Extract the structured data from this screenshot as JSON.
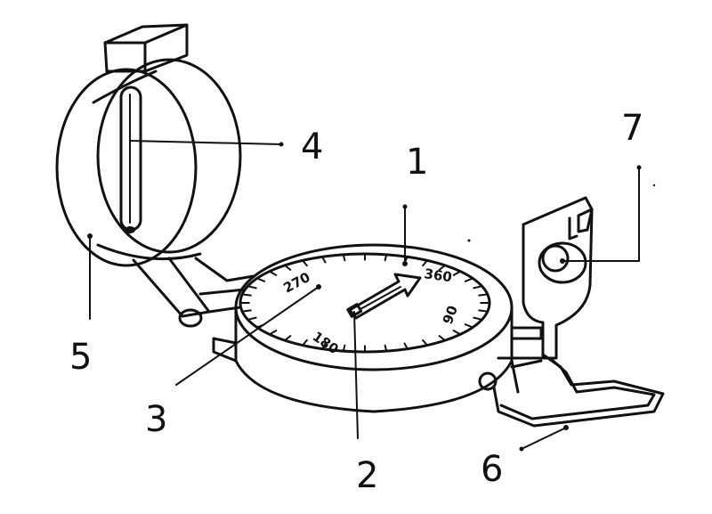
{
  "diagram": {
    "dial_numbers": [
      "270",
      "360",
      "90",
      "180"
    ],
    "callouts": [
      "1",
      "2",
      "3",
      "4",
      "5",
      "6",
      "7"
    ]
  }
}
